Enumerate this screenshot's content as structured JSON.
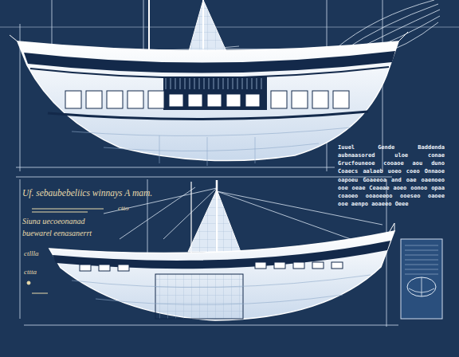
{
  "diagram": {
    "labels": [
      "Uf. sebaubebeliics winnays A mam.",
      "ctto",
      "Siuna uecoeonanad",
      "buewarel eenasanerrt",
      "ctllla",
      "cttta",
      "Iuuel Gende Baddenda aubnaasored uloe conae Grucfouneoe cooaoe aou duno Coaecs aalaeb uoeo coeo Onnaoe oapoeu Goaeeoa and oae oaenoeo ooe oeae Ceaeae aoeo oonoo opaa coaoeo ooaoeeoo ooeseo oaoee ooe aenpo aoaeeo Oeee"
    ]
  }
}
